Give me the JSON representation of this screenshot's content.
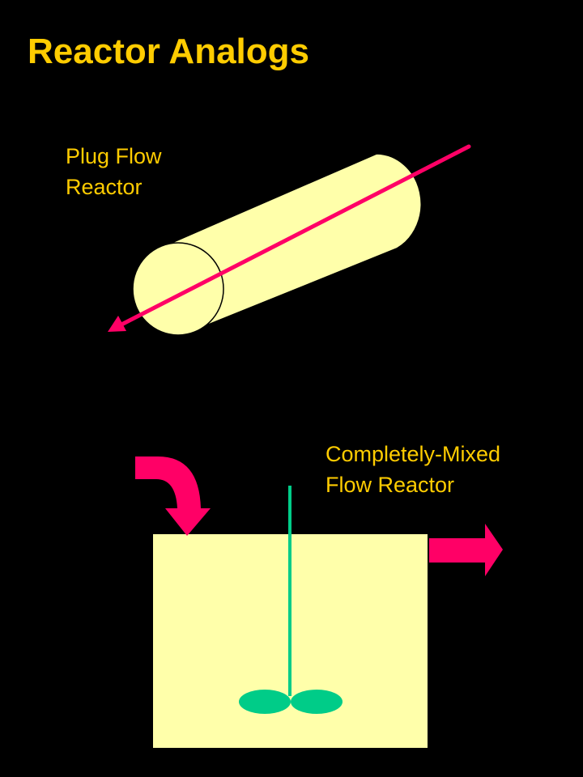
{
  "slide": {
    "title": "Reactor Analogs"
  },
  "plug_flow_reactor": {
    "label_line1": "Plug Flow",
    "label_line2": "Reactor"
  },
  "cmfr": {
    "label_line1": "Completely-Mixed",
    "label_line2": "Flow Reactor"
  },
  "colors": {
    "background": "#000000",
    "text": "#FFCC00",
    "reactor_fill": "#FFFFAA",
    "flow_arrow": "#FF0066",
    "mixer": "#00CC88"
  }
}
